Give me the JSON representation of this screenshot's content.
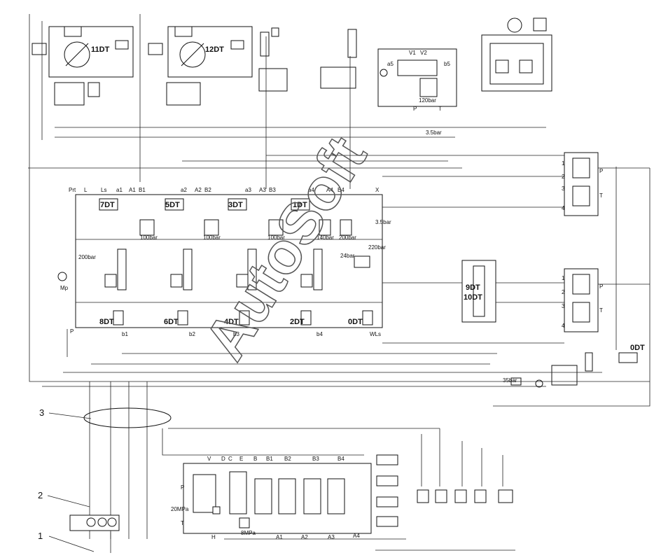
{
  "watermark": "AutoSoft",
  "callouts": [
    "1",
    "2",
    "3"
  ],
  "solenoids": {
    "s11": "11DT",
    "s12": "12DT",
    "s7": "7DT",
    "s5": "5DT",
    "s3": "3DT",
    "s1": "1DT",
    "s8": "8DT",
    "s6": "6DT",
    "s4": "4DT",
    "s2": "2DT",
    "s0": "0DT",
    "s9": "9DT",
    "s10": "10DT",
    "s0b": "0DT"
  },
  "ports_top": [
    "Prt",
    "L",
    "Ls",
    "a1",
    "A1",
    "B1",
    "a2",
    "A2",
    "B2",
    "a3",
    "A3",
    "B3",
    "a4",
    "A4",
    "B4",
    "X"
  ],
  "ports_bottom": [
    "b1",
    "b2",
    "b3",
    "b4",
    "WLs"
  ],
  "pressures": {
    "p100a": "100bar",
    "p100b": "100bar",
    "p100c": "100bar",
    "p140": "140bar",
    "p200": "200bar",
    "p200left": "200bar",
    "p220": "220bar",
    "p3_5a": "3.5bar",
    "p3_5b": "3.5bar",
    "p24": "24bar",
    "p120": "120bar",
    "p35": "35bar",
    "p20MPa": "20MPa",
    "p8MPa": "8MPa"
  },
  "valve_ports": {
    "V1": "V1",
    "V2": "V2",
    "a5": "a5",
    "b5": "b5",
    "P": "P",
    "T": "T"
  },
  "pilot_ports": [
    "1",
    "2",
    "3",
    "4"
  ],
  "lower_labels": {
    "V": "V",
    "D": "D",
    "C": "C",
    "E": "E",
    "B": "B",
    "B1": "B1",
    "B2": "B2",
    "B3": "B3",
    "B4": "B4",
    "P": "P",
    "T": "T",
    "H": "H",
    "A1": "A1",
    "A2": "A2",
    "A3": "A3",
    "A4": "A4"
  },
  "left_labels": {
    "Mp": "Mp",
    "P": "P"
  }
}
